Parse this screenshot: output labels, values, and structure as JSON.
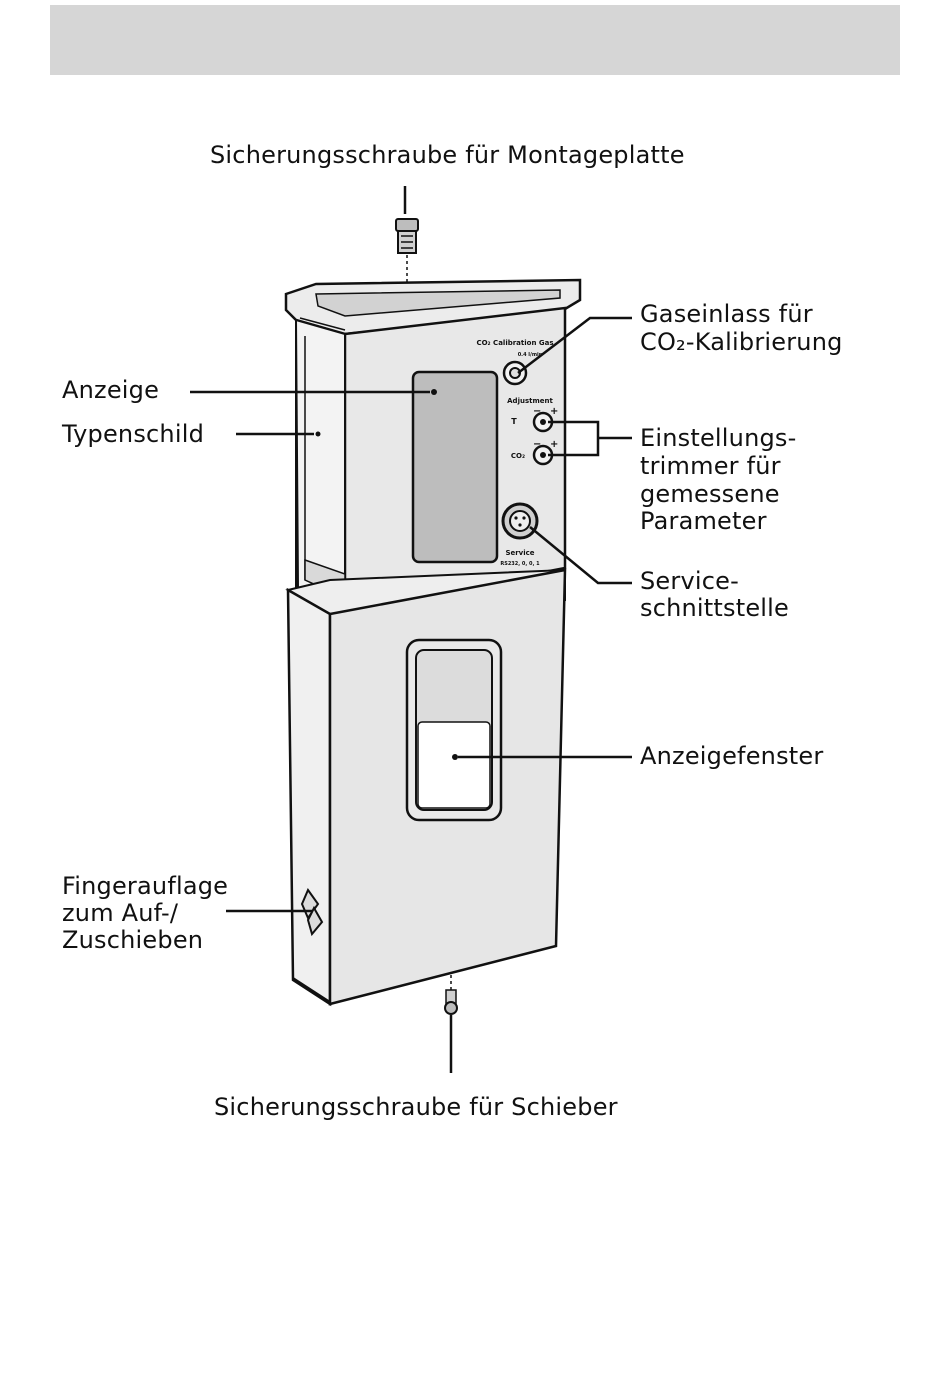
{
  "labels": {
    "top_screw": "Sicherungsschraube für Montageplatte",
    "bottom_screw": "Sicherungsschraube für Schieber",
    "display": "Anzeige",
    "type_plate": "Typenschild",
    "finger_rest": [
      "Fingerauflage",
      "zum Auf-/",
      "Zuschieben"
    ],
    "gas_inlet": [
      "Gaseinlass für",
      "CO₂-Kalibrierung"
    ],
    "trimmers": [
      "Einstellungs-",
      "trimmer für",
      "gemessene",
      "Parameter"
    ],
    "service": [
      "Service-",
      "schnittstelle"
    ],
    "display_window": "Anzeigefenster"
  },
  "device_text": {
    "calibration": "CO₂ Calibration Gas",
    "flow": "0.4 l/min",
    "adjustment": "Adjustment",
    "t": "T",
    "co2": "CO₂",
    "minus": "−",
    "plus": "+",
    "service": "Service",
    "service_sub": "RS232, 0, 0, 1"
  },
  "colors": {
    "header_bar": "#d6d6d6",
    "device_body": "#e6e6e6",
    "display_screen": "#bdbdbd",
    "line": "#111111"
  }
}
